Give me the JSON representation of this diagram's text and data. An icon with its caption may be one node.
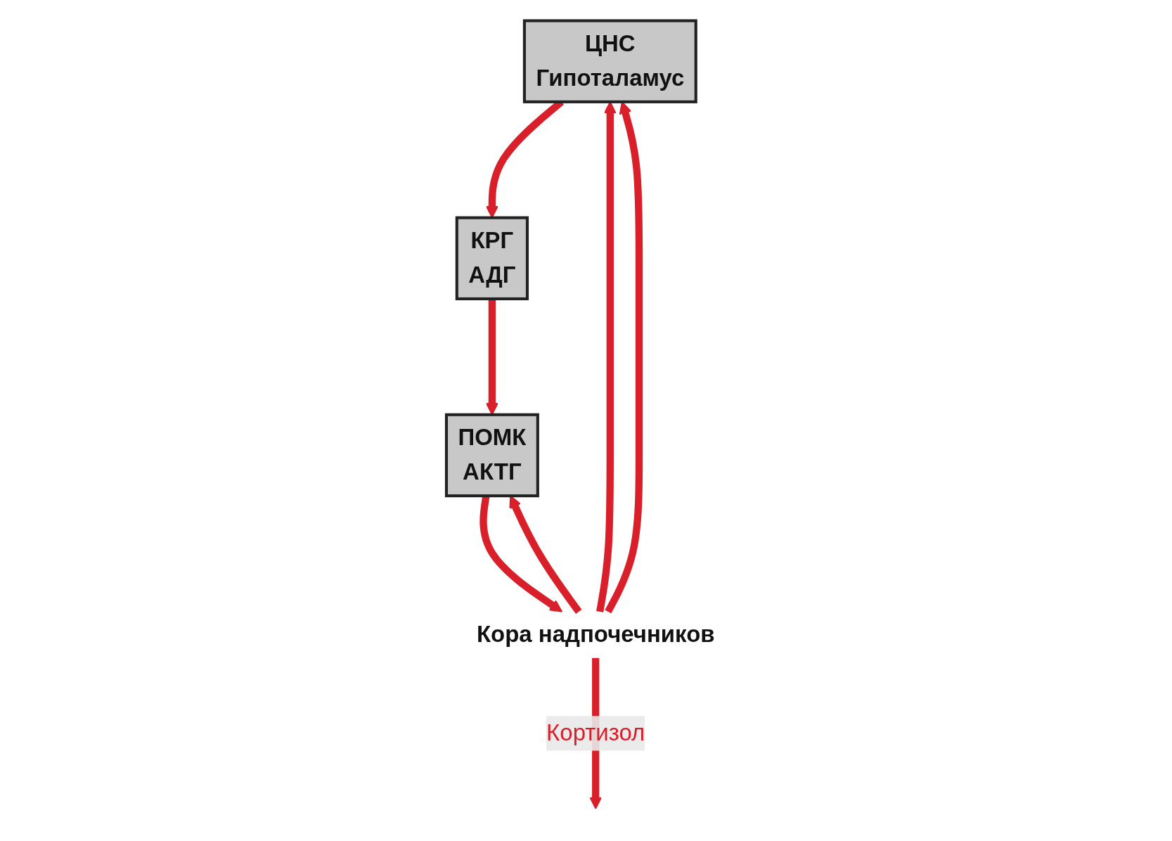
{
  "diagram": {
    "nodes": [
      {
        "text": [
          "ЦНС",
          "Гипоталамус"
        ]
      },
      {
        "text": [
          "КРГ",
          "АДГ"
        ]
      },
      {
        "text": [
          "ПОМК",
          "АКТГ"
        ]
      },
      {
        "text": [
          "Кора надпочечников"
        ]
      }
    ],
    "edges": [
      {
        "from": 0,
        "to": 1,
        "arrow": "to"
      },
      {
        "from": 1,
        "to": 2,
        "arrow": "to"
      },
      {
        "from": 2,
        "to": 3,
        "arrow": "to"
      },
      {
        "from": 3,
        "to": null,
        "arrow": "to",
        "label": "Кортизол"
      },
      {
        "from": 3,
        "to": 0,
        "arrow": "to"
      },
      {
        "from": 3,
        "to": 0,
        "arrow": "to"
      },
      {
        "from": 3,
        "to": 2,
        "arrow": "to"
      }
    ]
  }
}
